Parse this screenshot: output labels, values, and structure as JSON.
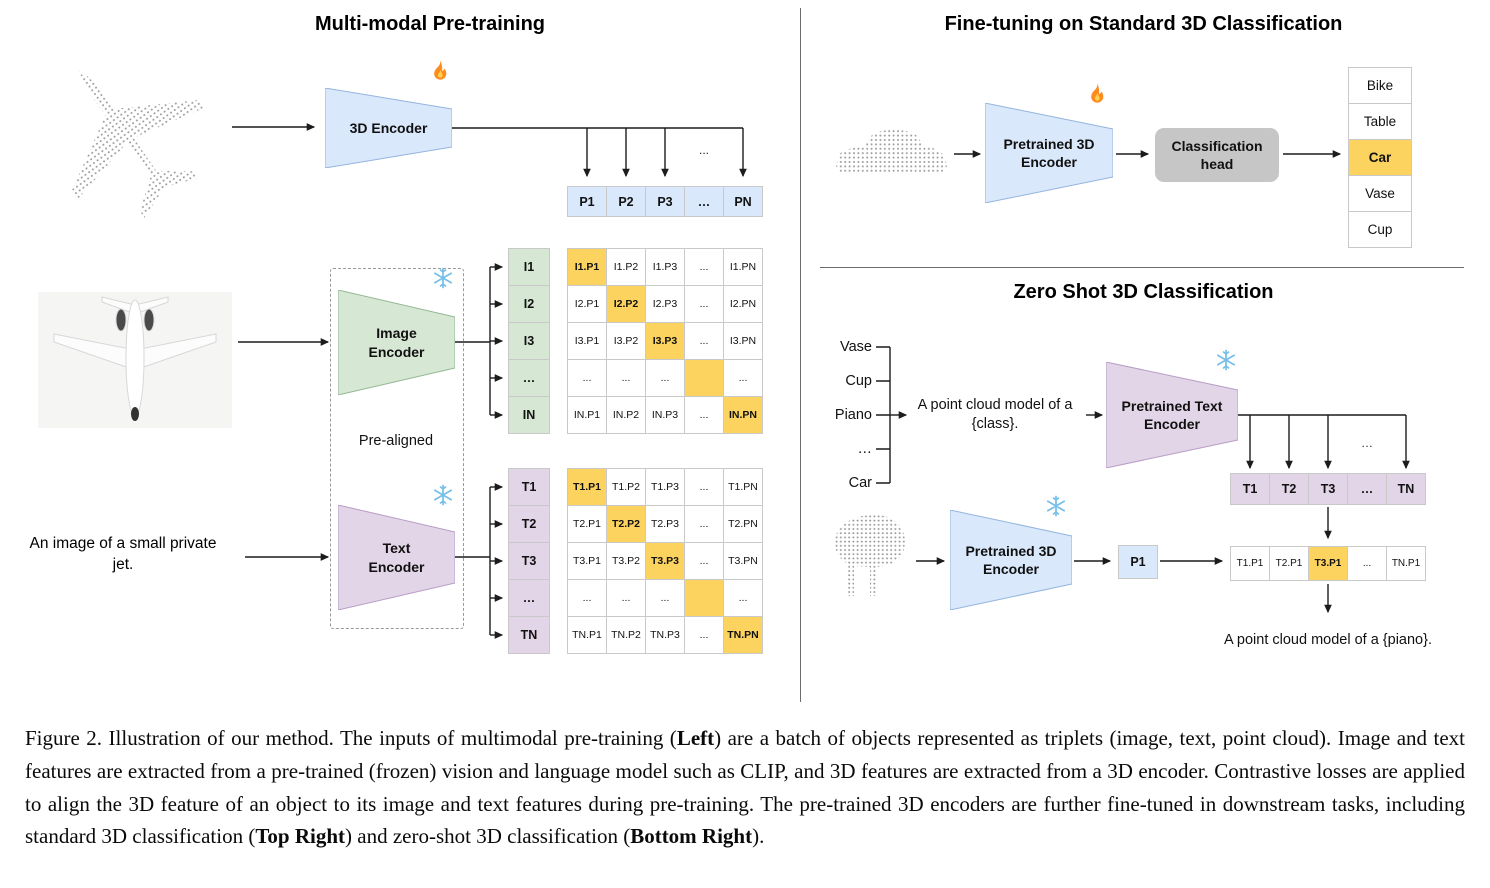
{
  "colors": {
    "blue_cell": "#d9e8fb",
    "green_cell": "#d6e8d4",
    "purple_cell": "#e2d5e7",
    "highlight": "#fcd35e",
    "head_gray": "#c6c6c6"
  },
  "icons": {
    "trainable": "fire-icon",
    "frozen": "snowflake-icon"
  },
  "left": {
    "title": "Multi-modal Pre-training",
    "encoder_3d_label": "3D Encoder",
    "image_encoder_label": "Image Encoder",
    "text_encoder_label": "Text Encoder",
    "pre_aligned": "Pre-aligned",
    "input_text": "An image of a small private jet.",
    "dots_above_pn": "...",
    "p_row": [
      "P1",
      "P2",
      "P3",
      "…",
      "PN"
    ],
    "i_labels": [
      "I1",
      "I2",
      "I3",
      "…",
      "IN"
    ],
    "i_matrix": [
      [
        "I1.P1",
        "I1.P2",
        "I1.P3",
        "...",
        "I1.PN"
      ],
      [
        "I2.P1",
        "I2.P2",
        "I2.P3",
        "...",
        "I2.PN"
      ],
      [
        "I3.P1",
        "I3.P2",
        "I3.P3",
        "...",
        "I3.PN"
      ],
      [
        "...",
        "...",
        "...",
        "",
        "..."
      ],
      [
        "IN.P1",
        "IN.P2",
        "IN.P3",
        "...",
        "IN.PN"
      ]
    ],
    "t_labels": [
      "T1",
      "T2",
      "T3",
      "…",
      "TN"
    ],
    "t_matrix": [
      [
        "T1.P1",
        "T1.P2",
        "T1.P3",
        "...",
        "T1.PN"
      ],
      [
        "T2.P1",
        "T2.P2",
        "T2.P3",
        "...",
        "T2.PN"
      ],
      [
        "T3.P1",
        "T3.P2",
        "T3.P3",
        "...",
        "T3.PN"
      ],
      [
        "...",
        "...",
        "...",
        "",
        "..."
      ],
      [
        "TN.P1",
        "TN.P2",
        "TN.P3",
        "...",
        "TN.PN"
      ]
    ],
    "matrix_highlight": "diagonal"
  },
  "top_right": {
    "title": "Fine-tuning on Standard 3D Classification",
    "encoder_label": "Pretrained 3D Encoder",
    "head_label": "Classification head",
    "classes": [
      "Bike",
      "Table",
      "Car",
      "Vase",
      "Cup"
    ],
    "highlight_index": 2
  },
  "bottom_right": {
    "title": "Zero Shot 3D Classification",
    "class_prompts": [
      "Vase",
      "Cup",
      "Piano",
      "…",
      "Car"
    ],
    "prompt_text": "A point cloud model of a {class}.",
    "text_encoder_label": "Pretrained Text Encoder",
    "encoder_label": "Pretrained 3D Encoder",
    "t_row": [
      "T1",
      "T2",
      "T3",
      "…",
      "TN"
    ],
    "dots_above_tn": "…",
    "p1_label": "P1",
    "tp_row": [
      "T1.P1",
      "T2.P1",
      "T3.P1",
      "...",
      "TN.P1"
    ],
    "tp_highlight_index": 2,
    "result_text": "A point cloud model of a {piano}."
  },
  "caption": [
    {
      "t": "Figure 2. Illustration of our method. The inputs of multimodal pre-training ("
    },
    {
      "t": "Left",
      "b": true
    },
    {
      "t": ") are a batch of objects represented as triplets (image, text, point cloud). Image and text features are extracted from a pre-trained (frozen) vision and language model such as CLIP, and 3D features are extracted from a 3D encoder. Contrastive losses are applied to align the 3D feature of an object to its image and text features during pre-training. The pre-trained 3D encoders are further fine-tuned in downstream tasks, including standard 3D classification ("
    },
    {
      "t": "Top Right",
      "b": true
    },
    {
      "t": ") and zero-shot 3D classification ("
    },
    {
      "t": "Bottom Right",
      "b": true
    },
    {
      "t": ")."
    }
  ]
}
